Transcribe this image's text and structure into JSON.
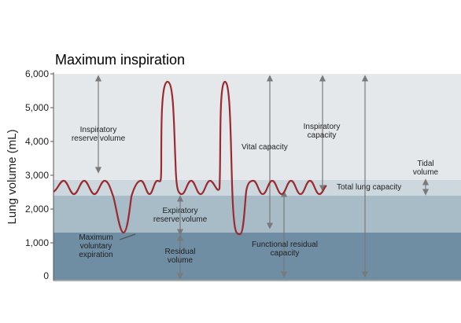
{
  "title": "Maximum inspiration",
  "y_axis": {
    "label": "Lung volume (mL)",
    "ticks": [
      "6,000",
      "5,000",
      "4,000",
      "3,000",
      "2,000",
      "1,000",
      "0"
    ]
  },
  "labels": {
    "inspiratory_reserve_1": "Inspiratory",
    "inspiratory_reserve_2": "reserve volume",
    "expiratory_reserve_1": "Expiratory",
    "expiratory_reserve_2": "reserve volume",
    "residual_1": "Residual",
    "residual_2": "volume",
    "max_voluntary_1": "Maximum",
    "max_voluntary_2": "voluntary",
    "max_voluntary_3": "expiration",
    "vital_capacity": "Vital capacity",
    "inspiratory_capacity_1": "Inspiratory",
    "inspiratory_capacity_2": "capacity",
    "functional_residual_1": "Functional residual",
    "functional_residual_2": "capacity",
    "total_lung_capacity": "Total lung capacity",
    "tidal_1": "Tidal",
    "tidal_2": "volume"
  },
  "colors": {
    "band_residual": "#6f8da3",
    "band_expiratory": "#a8bcc8",
    "band_tidal": "#cdd7de",
    "band_inspiratory": "#e4e8eb",
    "curve": "#9a2a2e",
    "arrow": "#7a7a7a"
  }
}
